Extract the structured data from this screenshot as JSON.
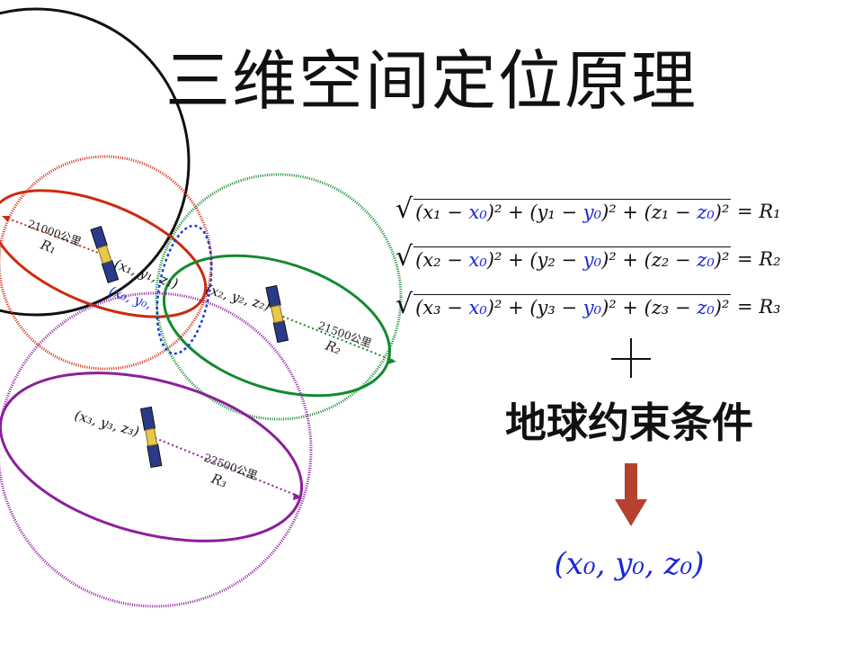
{
  "title": "三维空间定位原理",
  "diagram": {
    "satellites": [
      {
        "coord_label": "(x₁, y₁, z₁)",
        "distance_label": "21000公里",
        "radius_label": "R₁",
        "ring_color": "#cc2b10"
      },
      {
        "coord_label": "(x₂, y₂, z₂)",
        "distance_label": "21500公里",
        "radius_label": "R₂",
        "ring_color": "#138a2e"
      },
      {
        "coord_label": "(x₃, y₃, z₃)",
        "distance_label": "22500公里",
        "radius_label": "R₃",
        "ring_color": "#8b1f9a"
      }
    ],
    "receiver_label": "(x₀, y₀,",
    "earth_color": "#111111",
    "intersection_color": "#1a3ad8"
  },
  "equations": [
    {
      "idx": "1",
      "rhs": "R",
      "sub": "1"
    },
    {
      "idx": "2",
      "rhs": "R",
      "sub": "2"
    },
    {
      "idx": "3",
      "rhs": "R",
      "sub": "3"
    }
  ],
  "equation_parts": {
    "open": "(",
    "minus": " − ",
    "sq_plus": ")² + (",
    "sq_eq": ")² = ",
    "x": "x",
    "y": "y",
    "z": "z",
    "zero": "₀"
  },
  "plus_symbol": "+",
  "constraint_text": "地球约束条件",
  "result_text": "(x₀, y₀, z₀)",
  "colors": {
    "unknown": "#1a28d8",
    "arrow": "#b5412e"
  }
}
